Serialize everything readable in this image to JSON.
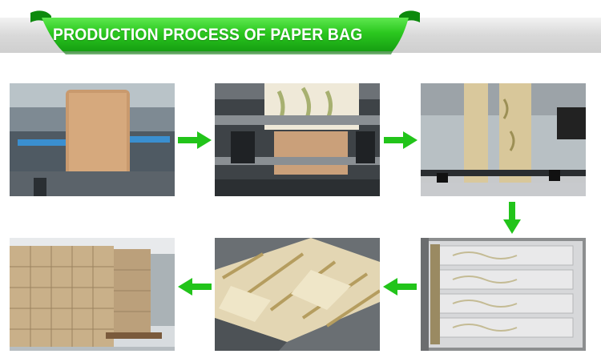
{
  "header": {
    "title": "PRODUCTION PROCESS OF PAPER BAG"
  },
  "colors": {
    "accent_green": "#22c41a",
    "ribbon_dark": "#0f9c10",
    "band_gray": "#d9d9d9"
  },
  "steps": [
    {
      "order": 1,
      "icon": "kraft-paper-roll-photo"
    },
    {
      "order": 2,
      "icon": "printing-machine-photo"
    },
    {
      "order": 3,
      "icon": "bag-making-machine-photo"
    },
    {
      "order": 4,
      "icon": "boxed-bags-photo"
    },
    {
      "order": 5,
      "icon": "stacked-bags-photo"
    },
    {
      "order": 6,
      "icon": "warehouse-cartons-photo"
    }
  ],
  "arrows": [
    {
      "direction": "right",
      "icon": "arrow-right-icon"
    },
    {
      "direction": "right",
      "icon": "arrow-right-icon"
    },
    {
      "direction": "down",
      "icon": "arrow-down-icon"
    },
    {
      "direction": "left",
      "icon": "arrow-left-icon"
    },
    {
      "direction": "left",
      "icon": "arrow-left-icon"
    }
  ]
}
